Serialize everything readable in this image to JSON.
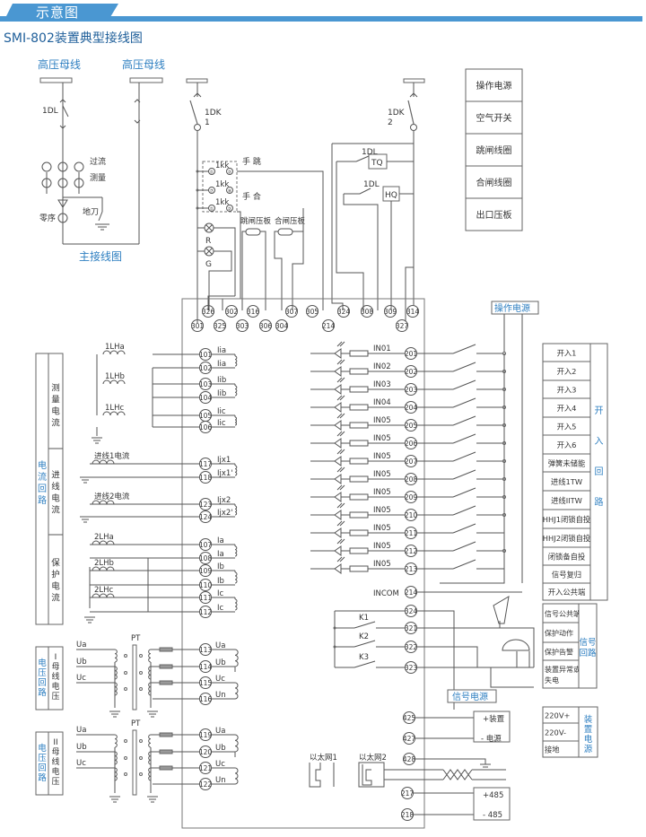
{
  "header": {
    "tab_label": "示意图",
    "subtitle": "SMI-802装置典型接线图",
    "accent_color": "#4a97d2",
    "label_blue": "#2e7fc1"
  },
  "main_wiring": {
    "bus_labels": [
      "高压母线",
      "高压母线"
    ],
    "breaker_label": "1DL",
    "ct_labels": [
      "过流",
      "测量"
    ],
    "zero_seq_label": "零序",
    "earth_switch_label": "地刀",
    "caption": "主接线图"
  },
  "control_circuit": {
    "switch1": [
      "1DK",
      "1"
    ],
    "switch2": [
      "1DK",
      "2"
    ],
    "kk_labels": [
      "1kk",
      "1kk",
      "1kk"
    ],
    "kk_pins": [
      [
        "①",
        "②"
      ],
      [
        "⑦",
        "⑧"
      ],
      [
        "①",
        "②"
      ]
    ],
    "manual_trip": "手 跳",
    "manual_close": "手 合",
    "lamp_red": "R",
    "lamp_green": "G",
    "trip_plate": "跳闸压板",
    "close_plate": "合闸压板",
    "tq": "TQ",
    "hq": "HQ",
    "dl1": "1DL",
    "dl2": "1DL",
    "top_terminals_row1": [
      "326",
      "302",
      "316",
      "307",
      "305",
      "324",
      "308",
      "309",
      "314"
    ],
    "top_terminals_row2": [
      "301",
      "325",
      "303",
      "306",
      "304",
      "214",
      "327"
    ]
  },
  "legend": {
    "items": [
      "操作电源",
      "空气开关",
      "跳闸线圈",
      "合闸线圈",
      "出口压板"
    ]
  },
  "op_power_label": "操作电源",
  "current_circuit": {
    "group_label": "电流回路",
    "sections": [
      "测量电流",
      "进线电流",
      "保护电流"
    ],
    "cts": [
      "1LHa",
      "1LHb",
      "1LHc",
      "进线1电流",
      "进线2电流",
      "2LHa",
      "2LHb",
      "2LHc"
    ],
    "terminals": [
      {
        "num": "101",
        "label": "Iia"
      },
      {
        "num": "102",
        "label": "Iia"
      },
      {
        "num": "103",
        "label": "Iib"
      },
      {
        "num": "104",
        "label": "Iib"
      },
      {
        "num": "105",
        "label": "Iic"
      },
      {
        "num": "106",
        "label": "Iic"
      },
      {
        "num": "117",
        "label": "Ijx1"
      },
      {
        "num": "118",
        "label": "Ijx1'"
      },
      {
        "num": "123",
        "label": "Ijx2"
      },
      {
        "num": "124",
        "label": "Ijx2'"
      },
      {
        "num": "107",
        "label": "Ia"
      },
      {
        "num": "108",
        "label": "Ia"
      },
      {
        "num": "109",
        "label": "Ib"
      },
      {
        "num": "110",
        "label": "Ib"
      },
      {
        "num": "111",
        "label": "Ic"
      },
      {
        "num": "112",
        "label": "Ic"
      }
    ]
  },
  "binary_inputs": {
    "inputs": [
      {
        "name": "IN01",
        "num": "201"
      },
      {
        "name": "IN02",
        "num": "202"
      },
      {
        "name": "IN03",
        "num": "203"
      },
      {
        "name": "IN04",
        "num": "204"
      },
      {
        "name": "IN05",
        "num": "205"
      },
      {
        "name": "IN05",
        "num": "206"
      },
      {
        "name": "IN05",
        "num": "207"
      },
      {
        "name": "IN05",
        "num": "208"
      },
      {
        "name": "IN05",
        "num": "209"
      },
      {
        "name": "IN05",
        "num": "210"
      },
      {
        "name": "IN05",
        "num": "211"
      },
      {
        "name": "IN05",
        "num": "212"
      },
      {
        "name": "IN05",
        "num": "213"
      }
    ],
    "common": {
      "name": "INCOM",
      "num": "214"
    },
    "table_items": [
      "开入1",
      "开入2",
      "开入3",
      "开入4",
      "开入5",
      "开入6",
      "弹簧未储能",
      "进线1TW",
      "进线IITW",
      "HHJ1闭锁自投",
      "HHJ2闭锁自投",
      "闭锁备自投",
      "信号复归",
      "开入公共端"
    ],
    "group_label": [
      "开",
      "入",
      "回",
      "路"
    ]
  },
  "signal_circuit": {
    "terminals": [
      "324",
      "321",
      "322",
      "323"
    ],
    "contacts": [
      "K1",
      "K2",
      "K3"
    ],
    "power_label": "信号电源",
    "table_items": [
      "信号公共端",
      "保护动作",
      "保护告警",
      "装置异常或失电"
    ],
    "group_label": [
      "信号",
      "回路"
    ]
  },
  "voltage_circuit": {
    "group_label": [
      "电",
      "压",
      "回",
      "路"
    ],
    "bus1_label": [
      "I",
      "母",
      "线",
      "电",
      "压"
    ],
    "bus2_label": [
      "II",
      "母",
      "线",
      "电",
      "压"
    ],
    "pt_label": "PT",
    "phases": [
      "Ua",
      "Ub",
      "Uc"
    ],
    "bus1_terminals": [
      {
        "num": "113",
        "label": "Ua"
      },
      {
        "num": "114",
        "label": "Ub"
      },
      {
        "num": "115",
        "label": "Uc"
      },
      {
        "num": "116",
        "label": "Un"
      }
    ],
    "bus2_terminals": [
      {
        "num": "119",
        "label": "Ua"
      },
      {
        "num": "120",
        "label": "Ub"
      },
      {
        "num": "121",
        "label": "Uc"
      },
      {
        "num": "122",
        "label": "Un"
      }
    ]
  },
  "power_comm": {
    "power_terminals": [
      "425",
      "427",
      "428"
    ],
    "power_box": [
      "+装置",
      "- 电源"
    ],
    "eth1": "以太网1",
    "eth2": "以太网2",
    "rs485_terminals": [
      "217",
      "218"
    ],
    "rs485_box": [
      "+485",
      "- 485"
    ],
    "supply_table": [
      "220V+",
      "220V-",
      "接地"
    ],
    "supply_group": [
      "装",
      "置",
      "电",
      "源"
    ]
  }
}
